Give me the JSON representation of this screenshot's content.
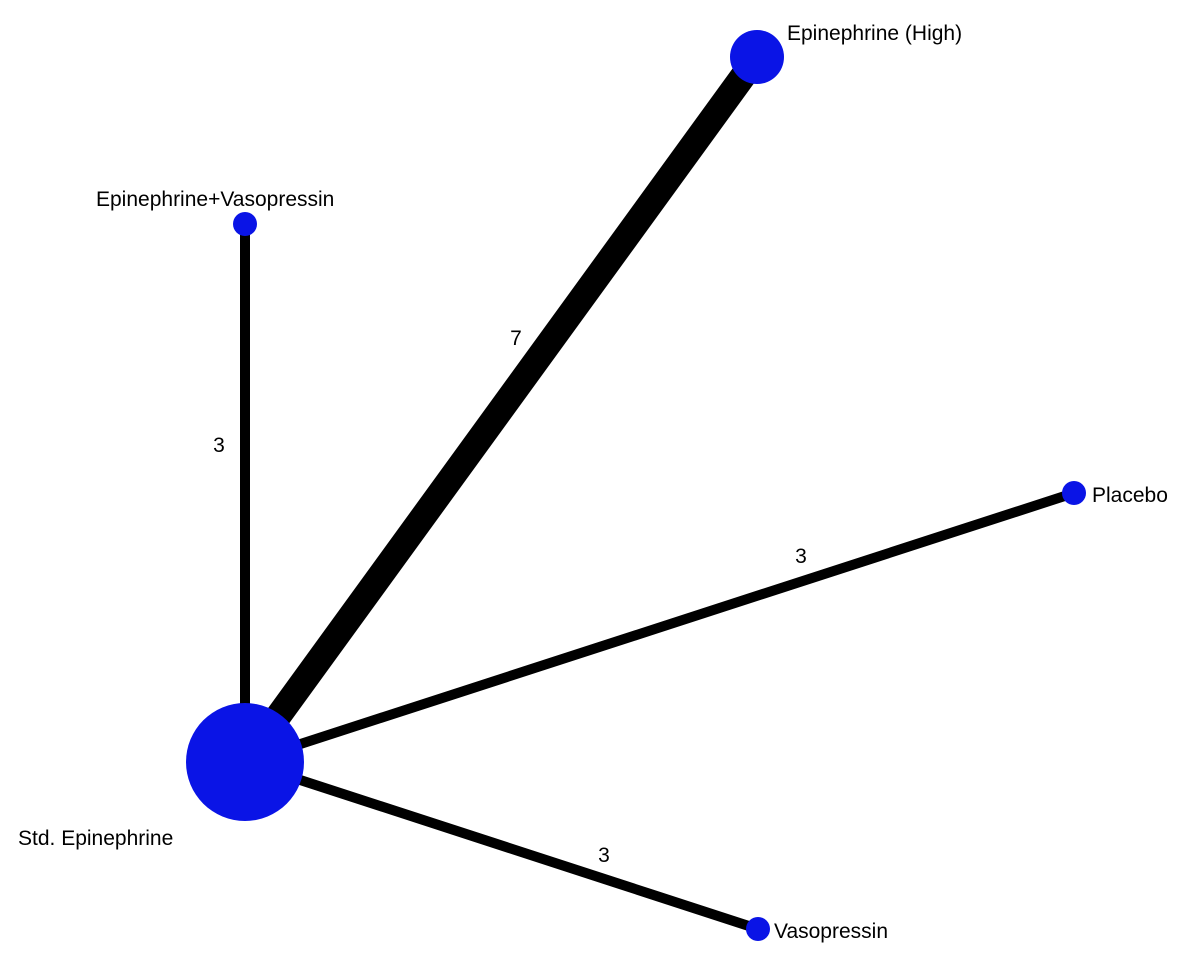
{
  "colors": {
    "node": "#0a14e6",
    "edge": "#000000",
    "background": "#ffffff"
  },
  "nodes": [
    {
      "id": "std-epinephrine",
      "label": "Std. Epinephrine"
    },
    {
      "id": "epinephrine-high",
      "label": "Epinephrine (High)"
    },
    {
      "id": "epinephrine-vasopressin",
      "label": "Epinephrine+Vasopressin"
    },
    {
      "id": "placebo",
      "label": "Placebo"
    },
    {
      "id": "vasopressin",
      "label": "Vasopressin"
    }
  ],
  "edges": [
    {
      "from": "std-epinephrine",
      "to": "epinephrine-high",
      "studies": "7"
    },
    {
      "from": "std-epinephrine",
      "to": "epinephrine-vasopressin",
      "studies": "3"
    },
    {
      "from": "std-epinephrine",
      "to": "placebo",
      "studies": "3"
    },
    {
      "from": "std-epinephrine",
      "to": "vasopressin",
      "studies": "3"
    }
  ]
}
